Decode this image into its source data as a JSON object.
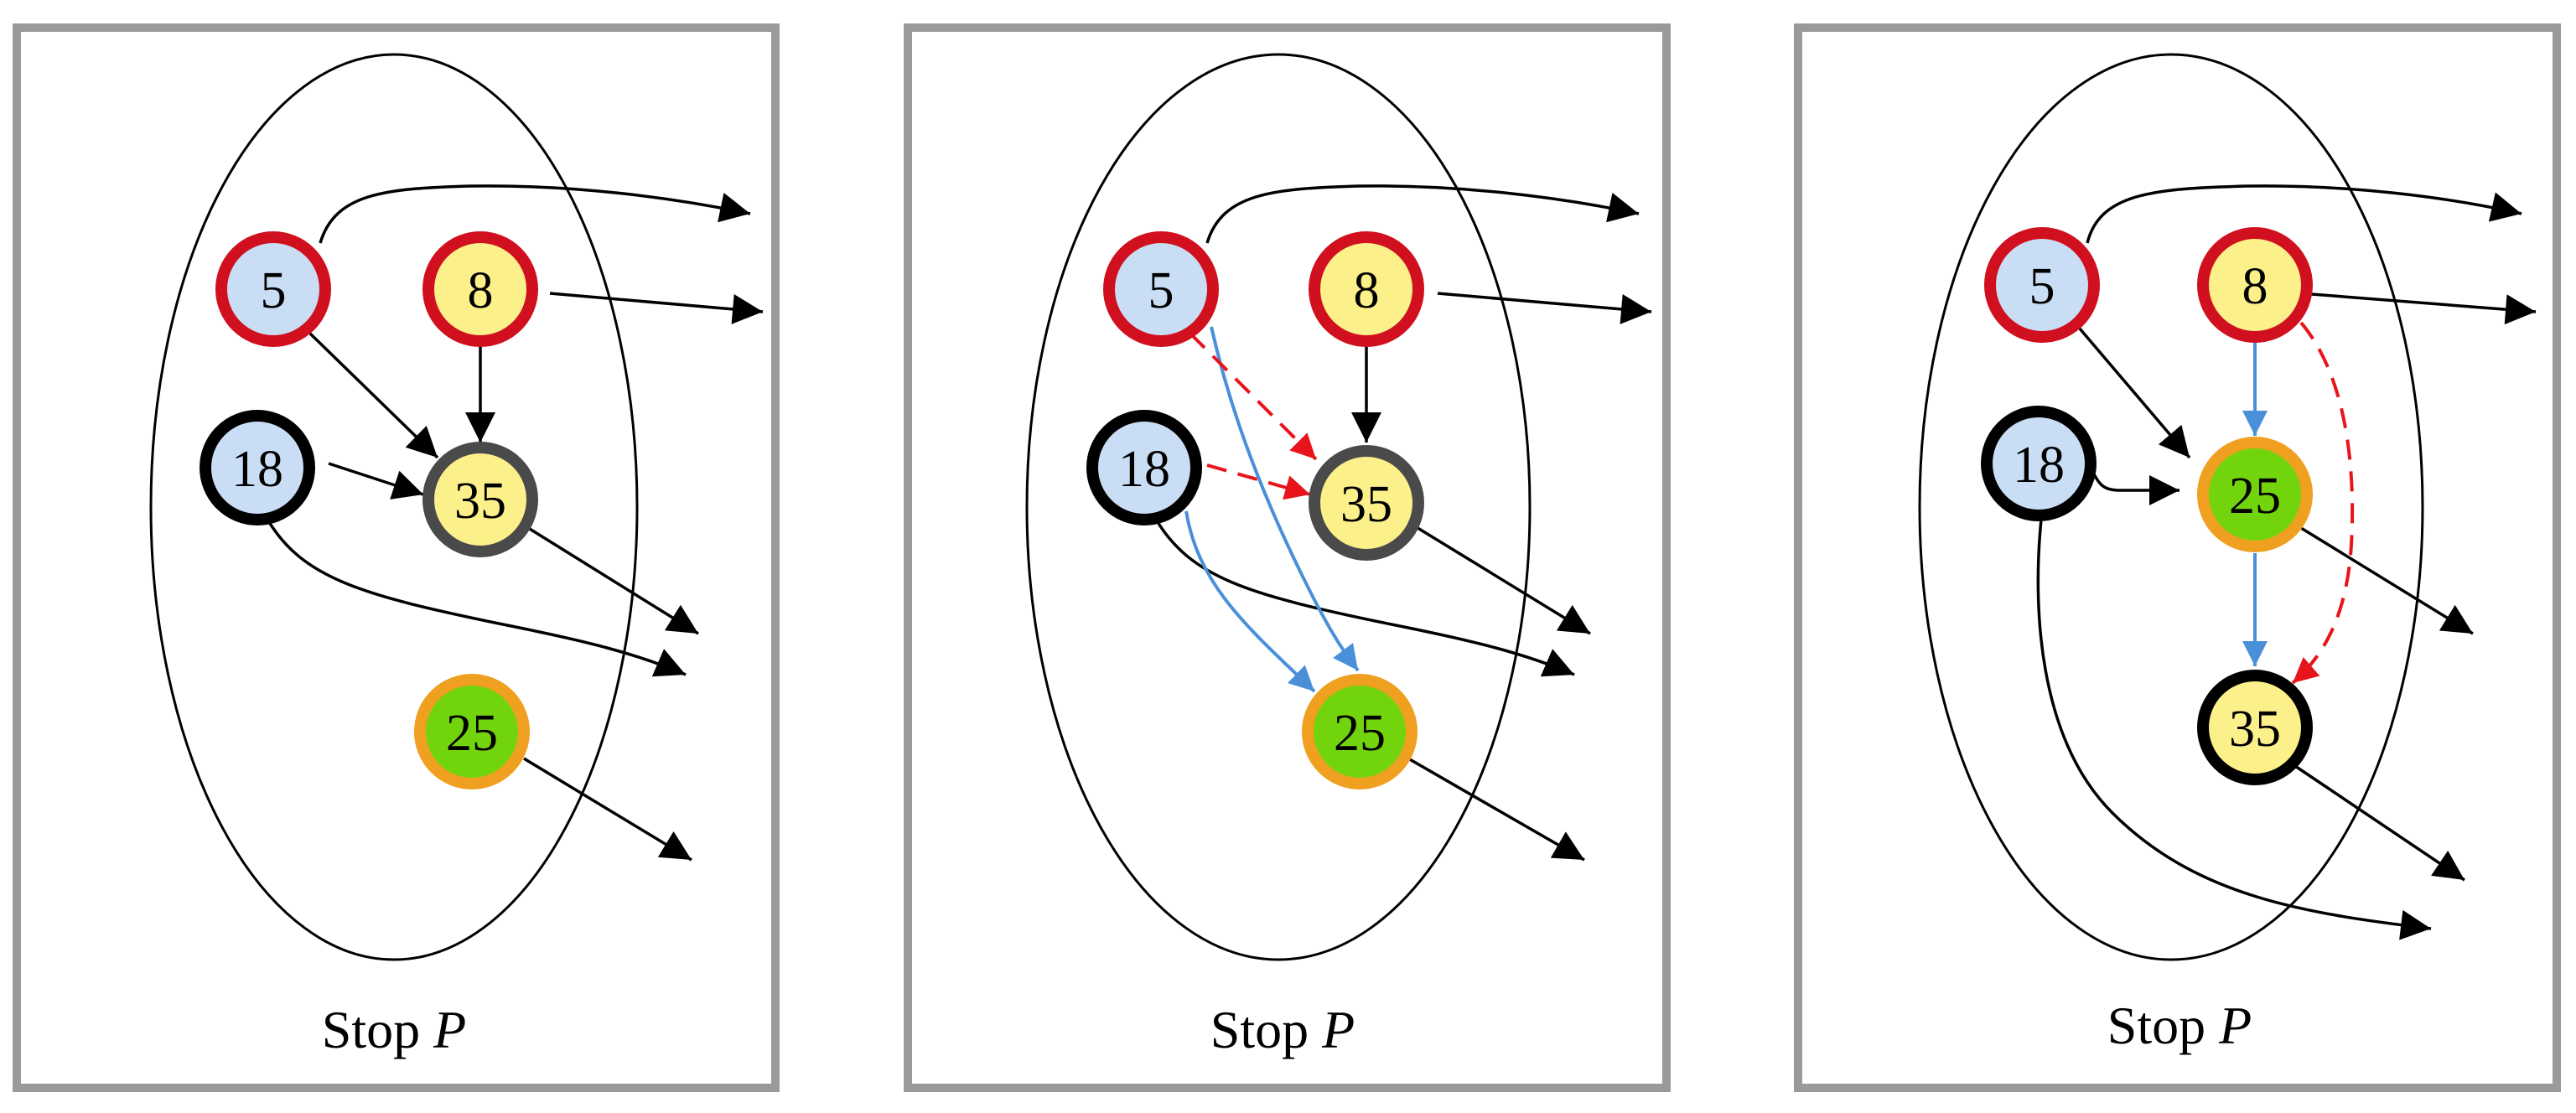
{
  "colors": {
    "frame": "#9a9a9a",
    "edge_black": "#000000",
    "edge_blue": "#4a90d9",
    "edge_red_dashed": "#e8141b",
    "ring_red": "#d0101e",
    "ring_black": "#000000",
    "ring_gray": "#4a4a4a",
    "ring_orange": "#f0a020",
    "fill_blue": "#c9ddf4",
    "fill_yellow": "#fbf08a",
    "fill_green": "#72d40c"
  },
  "panels": [
    {
      "caption_text": "Stop ",
      "caption_var": "P",
      "nodes": [
        {
          "id": "n5",
          "label": "5",
          "fill": "blue",
          "ring": "red"
        },
        {
          "id": "n8",
          "label": "8",
          "fill": "yellow",
          "ring": "red"
        },
        {
          "id": "n18",
          "label": "18",
          "fill": "blue",
          "ring": "black"
        },
        {
          "id": "n35",
          "label": "35",
          "fill": "yellow",
          "ring": "gray"
        },
        {
          "id": "n25",
          "label": "25",
          "fill": "green",
          "ring": "orange"
        }
      ]
    },
    {
      "caption_text": "Stop ",
      "caption_var": "P",
      "nodes": [
        {
          "id": "n5",
          "label": "5",
          "fill": "blue",
          "ring": "red"
        },
        {
          "id": "n8",
          "label": "8",
          "fill": "yellow",
          "ring": "red"
        },
        {
          "id": "n18",
          "label": "18",
          "fill": "blue",
          "ring": "black"
        },
        {
          "id": "n35",
          "label": "35",
          "fill": "yellow",
          "ring": "gray"
        },
        {
          "id": "n25",
          "label": "25",
          "fill": "green",
          "ring": "orange"
        }
      ]
    },
    {
      "caption_text": "Stop ",
      "caption_var": "P",
      "nodes": [
        {
          "id": "n5",
          "label": "5",
          "fill": "blue",
          "ring": "red"
        },
        {
          "id": "n8",
          "label": "8",
          "fill": "yellow",
          "ring": "red"
        },
        {
          "id": "n18",
          "label": "18",
          "fill": "blue",
          "ring": "black"
        },
        {
          "id": "n25",
          "label": "25",
          "fill": "green",
          "ring": "orange"
        },
        {
          "id": "n35",
          "label": "35",
          "fill": "yellow",
          "ring": "black"
        }
      ]
    }
  ]
}
